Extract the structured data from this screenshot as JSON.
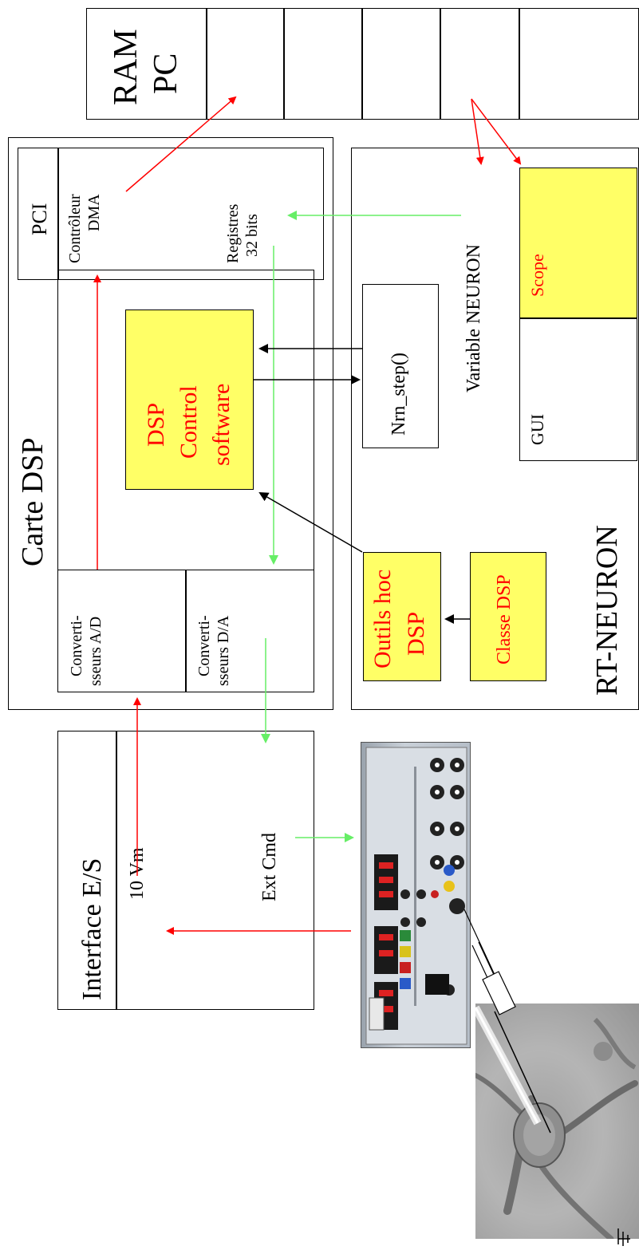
{
  "ram_pc": {
    "label_line1": "RAM",
    "label_line2": "PC"
  },
  "carte_dsp": {
    "title": "Carte DSP",
    "pci": "PCI",
    "controleur_line1": "Contrôleur",
    "controleur_line2": "DMA",
    "registres_line1": "Registres",
    "registres_line2": "32 bits",
    "dsp_line1": "DSP",
    "dsp_line2": "Control",
    "dsp_line3": "software",
    "ad_line1": "Converti-",
    "ad_line2": "sseurs A/D",
    "da_line1": "Converti-",
    "da_line2": "sseurs D/A"
  },
  "rt_neuron": {
    "title": "RT-NEURON",
    "variable": "Variable NEURON",
    "scope": "Scope",
    "gui": "GUI",
    "nrn_step": "Nrn_step()",
    "outils_line1": "Outils hoc",
    "outils_line2": "DSP",
    "classe": "Classe DSP"
  },
  "interface": {
    "title": "Interface E/S",
    "vm": "10 Vm",
    "ext_cmd": "Ext Cmd"
  },
  "colors": {
    "red_arrow": "#ff0000",
    "green_arrow": "#66ee66",
    "black_arrow": "#000000",
    "yellow_box": "#ffff66"
  },
  "icons": [
    "amplifier-photo",
    "neuron-microscopy-photo",
    "electrode-probe",
    "ground-symbol"
  ]
}
